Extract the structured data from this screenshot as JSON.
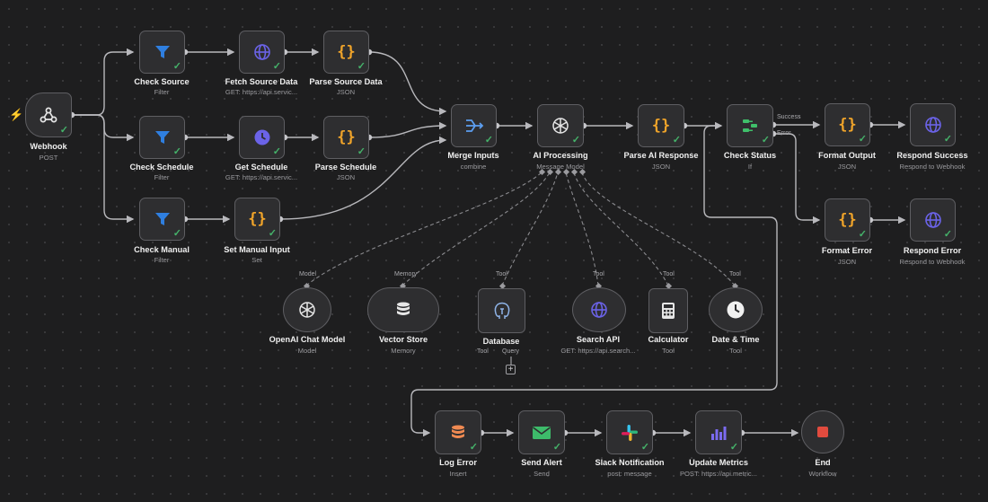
{
  "trigger": {
    "icon": "webhook-icon",
    "label": "Webhook",
    "sub": "POST"
  },
  "nodes": {
    "check_source": {
      "label": "Check Source",
      "sub": "Filter",
      "icon": "filter-icon"
    },
    "fetch_source": {
      "label": "Fetch Source Data",
      "sub": "GET: https://api.servic...",
      "icon": "globe-icon"
    },
    "parse_source": {
      "label": "Parse Source Data",
      "sub": "JSON",
      "icon": "braces-icon"
    },
    "check_schedule": {
      "label": "Check Schedule",
      "sub": "Filter",
      "icon": "filter-icon"
    },
    "get_schedule": {
      "label": "Get Schedule",
      "sub": "GET: https://api.servic...",
      "icon": "clock-icon"
    },
    "parse_schedule": {
      "label": "Parse Schedule",
      "sub": "JSON",
      "icon": "braces-icon"
    },
    "check_manual": {
      "label": "Check Manual",
      "sub": "Filter",
      "icon": "filter-icon"
    },
    "set_manual": {
      "label": "Set Manual Input",
      "sub": "Set",
      "icon": "braces-icon"
    },
    "merge": {
      "label": "Merge Inputs",
      "sub": "combine",
      "icon": "merge-icon"
    },
    "ai": {
      "label": "AI Processing",
      "sub": "Message Model",
      "icon": "openai-icon"
    },
    "parse_ai": {
      "label": "Parse AI Response",
      "sub": "JSON",
      "icon": "braces-icon"
    },
    "check_status": {
      "label": "Check Status",
      "sub": "If",
      "icon": "branch-icon",
      "out_success": "Success",
      "out_error": "Error"
    },
    "format_output": {
      "label": "Format Output",
      "sub": "JSON",
      "icon": "braces-icon"
    },
    "respond_success": {
      "label": "Respond Success",
      "sub": "Respond to Webhook",
      "icon": "globe-icon"
    },
    "format_error": {
      "label": "Format Error",
      "sub": "JSON",
      "icon": "braces-icon"
    },
    "respond_error": {
      "label": "Respond Error",
      "sub": "Respond to Webhook",
      "icon": "globe-icon"
    },
    "log_error": {
      "label": "Log Error",
      "sub": "Insert",
      "icon": "database-icon"
    },
    "send_alert": {
      "label": "Send Alert",
      "sub": "Send",
      "icon": "mail-icon"
    },
    "slack": {
      "label": "Slack Notification",
      "sub": "post: message",
      "icon": "slack-icon"
    },
    "update_metrics": {
      "label": "Update Metrics",
      "sub": "POST: https://api.metric...",
      "icon": "chart-icon"
    },
    "end": {
      "label": "End",
      "sub": "Workflow",
      "icon": "stop-icon"
    }
  },
  "subnodes": {
    "openai_model": {
      "label": "OpenAI Chat Model",
      "sub": "Model",
      "port": "Model",
      "icon": "openai-icon"
    },
    "vector_store": {
      "label": "Vector Store",
      "sub": "Memory",
      "port": "Memory",
      "icon": "database-icon"
    },
    "database": {
      "label": "Database",
      "port": "Tool",
      "out_tool": "Tool",
      "out_query": "Query",
      "icon": "postgres-icon"
    },
    "search_api": {
      "label": "Search API",
      "sub": "GET: https://api.search...",
      "port": "Tool",
      "icon": "globe-icon"
    },
    "calculator": {
      "label": "Calculator",
      "sub": "Tool",
      "port": "Tool",
      "icon": "calculator-icon"
    },
    "date_time": {
      "label": "Date & Time",
      "sub": "Tool",
      "port": "Tool",
      "icon": "clock-icon"
    }
  },
  "colors": {
    "canvas": "#1e1e1f",
    "node": "#2e2e30",
    "border": "#5e5e62",
    "edge": "#b8b8bc",
    "dash": "#8a8a8e",
    "filter": "#2f7fe0",
    "globe": "#6b63e8",
    "braces": "#f0a42a",
    "branch": "#3fbf6a",
    "check": "#45b36a",
    "error": "#e14b3e",
    "mail": "#3dbb6a",
    "chart": "#7b6bf0",
    "merge": "#5c9ef0"
  }
}
